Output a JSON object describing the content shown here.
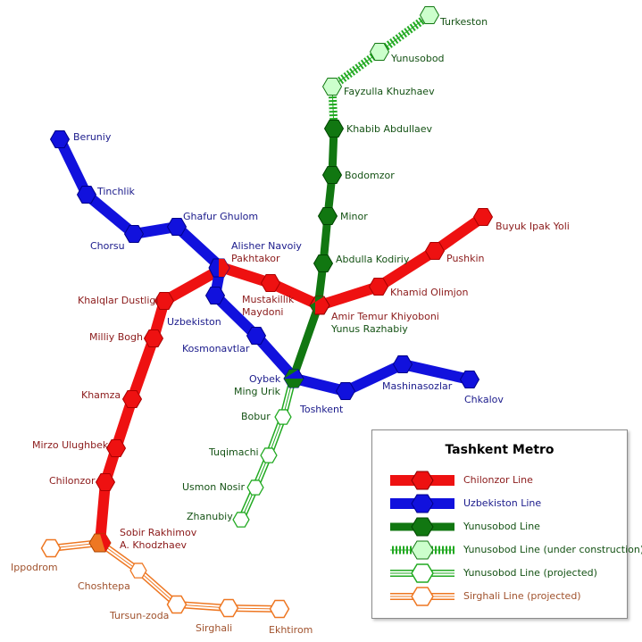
{
  "colors": {
    "chilonzor": "#ee1111",
    "uzbekiston": "#1111dd",
    "yunusobod": "#117711",
    "yunusobod_light": "#22aa22",
    "sirghali": "#ee7722",
    "text_red": "#8b1a1a",
    "text_blue": "#1a1a8b",
    "text_green": "#145214",
    "text_orange": "#a0522d"
  },
  "stations": {
    "beruniy": "Beruniy",
    "tinchlik": "Tinchlik",
    "chorsu": "Chorsu",
    "ghafur_ghulom": "Ghafur Ghulom",
    "alisher_navoiy": "Alisher Navoiy",
    "pakhtakor": "Pakhtakor",
    "uzbekiston": "Uzbekiston",
    "kosmonavtlar": "Kosmonavtlar",
    "oybek": "Oybek",
    "ming_urik": "Ming Urik",
    "toshkent": "Toshkent",
    "mashinasozlar": "Mashinasozlar",
    "chkalov": "Chkalov",
    "khalqlar_dustligi": "Khalqlar Dustligi",
    "milliy_bogh": "Milliy Bogh",
    "khamza": "Khamza",
    "mirzo_ulughbek": "Mirzo Ulughbek",
    "chilonzor": "Chilonzor",
    "sobir_rakhimov": "Sobir Rakhimov",
    "a_khodzhaev": "A. Khodzhaev",
    "mustakillik": "Mustakillik",
    "maydoni": "Maydoni",
    "amir_temur": "Amir Temur Khiyoboni",
    "yunus_razhabiy": "Yunus Razhabiy",
    "khamid_olimjon": "Khamid Olimjon",
    "pushkin": "Pushkin",
    "buyuk_ipak_yoli": "Buyuk Ipak Yoli",
    "turkeston": "Turkeston",
    "yunusobod": "Yunusobod",
    "fayzulla_khuzhaev": "Fayzulla Khuzhaev",
    "khabib_abdullaev": "Khabib Abdullaev",
    "bodomzor": "Bodomzor",
    "minor": "Minor",
    "abdulla_kodiriy": "Abdulla Kodiriy",
    "bobur": "Bobur",
    "tuqimachi": "Tuqimachi",
    "usmon_nosir": "Usmon Nosir",
    "zhanubiy": "Zhanubiy",
    "ippodrom": "Ippodrom",
    "choshtepa": "Choshtepa",
    "tursun_zoda": "Tursun-zoda",
    "sirghali": "Sirghali",
    "ekhtirom": "Ekhtirom"
  },
  "legend": {
    "title": "Tashkent Metro",
    "chilonzor": "Chilonzor Line",
    "uzbekiston": "Uzbekiston Line",
    "yunusobod": "Yunusobod Line",
    "yunusobod_construction": "Yunusobod Line (under construction)",
    "yunusobod_projected": "Yunusobod Line (projected)",
    "sirghali_projected": "Sirghali Line (projected)"
  }
}
